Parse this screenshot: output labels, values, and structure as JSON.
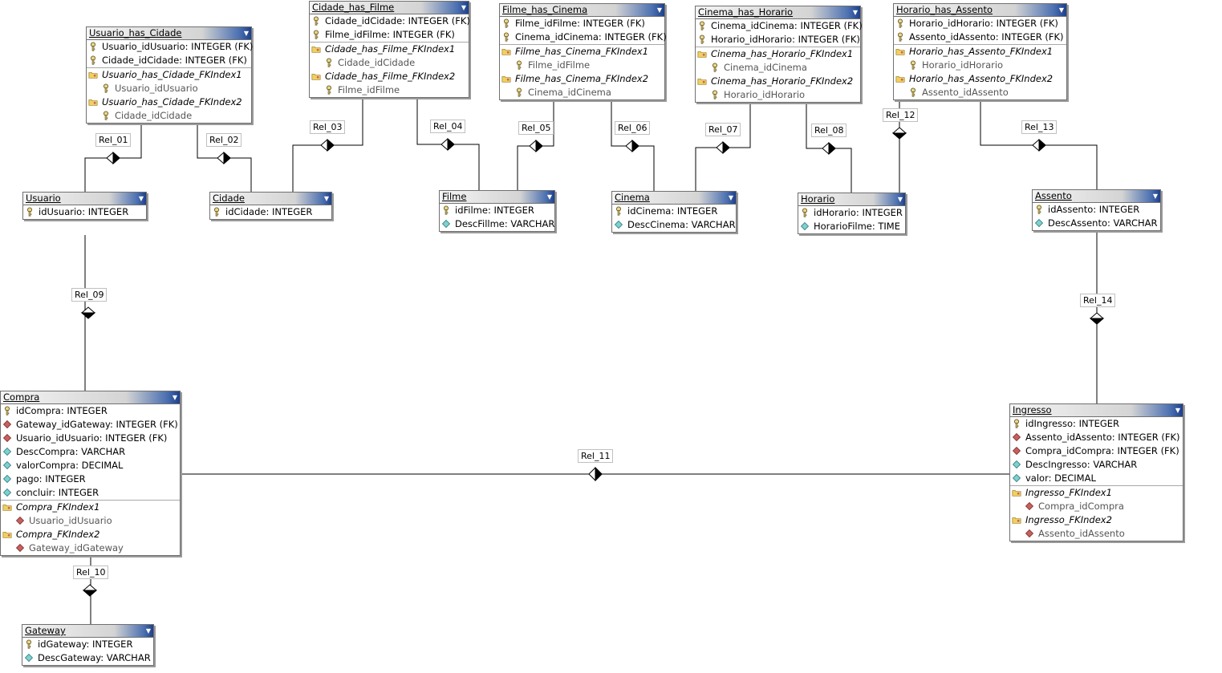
{
  "tables": {
    "usuario_has_cidade": {
      "title": "Usuario_has_Cidade",
      "rows": [
        {
          "kind": "pk",
          "text": "Usuario_idUsuario: INTEGER (FK)"
        },
        {
          "kind": "pk",
          "text": "Cidade_idCidade: INTEGER (FK)"
        },
        {
          "kind": "index",
          "text": "Usuario_has_Cidade_FKIndex1",
          "sep": true
        },
        {
          "kind": "idxpk",
          "text": "Usuario_idUsuario"
        },
        {
          "kind": "index",
          "text": "Usuario_has_Cidade_FKIndex2"
        },
        {
          "kind": "idxpk",
          "text": "Cidade_idCidade"
        }
      ]
    },
    "cidade_has_filme": {
      "title": "Cidade_has_Filme",
      "rows": [
        {
          "kind": "pk",
          "text": "Cidade_idCidade: INTEGER (FK)"
        },
        {
          "kind": "pk",
          "text": "Filme_idFilme: INTEGER (FK)"
        },
        {
          "kind": "index",
          "text": "Cidade_has_Filme_FKIndex1",
          "sep": true
        },
        {
          "kind": "idxpk",
          "text": "Cidade_idCidade"
        },
        {
          "kind": "index",
          "text": "Cidade_has_Filme_FKIndex2"
        },
        {
          "kind": "idxpk",
          "text": "Filme_idFilme"
        }
      ]
    },
    "filme_has_cinema": {
      "title": "Filme_has_Cinema",
      "rows": [
        {
          "kind": "pk",
          "text": "Filme_idFilme: INTEGER (FK)"
        },
        {
          "kind": "pk",
          "text": "Cinema_idCinema: INTEGER (FK)"
        },
        {
          "kind": "index",
          "text": "Filme_has_Cinema_FKIndex1",
          "sep": true
        },
        {
          "kind": "idxpk",
          "text": "Filme_idFilme"
        },
        {
          "kind": "index",
          "text": "Filme_has_Cinema_FKIndex2"
        },
        {
          "kind": "idxpk",
          "text": "Cinema_idCinema"
        }
      ]
    },
    "cinema_has_horario": {
      "title": "Cinema_has_Horario",
      "rows": [
        {
          "kind": "pk",
          "text": "Cinema_idCinema: INTEGER (FK)"
        },
        {
          "kind": "pk",
          "text": "Horario_idHorario: INTEGER (FK)"
        },
        {
          "kind": "index",
          "text": "Cinema_has_Horario_FKIndex1",
          "sep": true
        },
        {
          "kind": "idxpk",
          "text": "Cinema_idCinema"
        },
        {
          "kind": "index",
          "text": "Cinema_has_Horario_FKIndex2"
        },
        {
          "kind": "idxpk",
          "text": "Horario_idHorario"
        }
      ]
    },
    "horario_has_assento": {
      "title": "Horario_has_Assento",
      "rows": [
        {
          "kind": "pk",
          "text": "Horario_idHorario: INTEGER (FK)"
        },
        {
          "kind": "pk",
          "text": "Assento_idAssento: INTEGER (FK)"
        },
        {
          "kind": "index",
          "text": "Horario_has_Assento_FKIndex1",
          "sep": true
        },
        {
          "kind": "idxpk",
          "text": "Horario_idHorario"
        },
        {
          "kind": "index",
          "text": "Horario_has_Assento_FKIndex2"
        },
        {
          "kind": "idxpk",
          "text": "Assento_idAssento"
        }
      ]
    },
    "usuario": {
      "title": "Usuario",
      "rows": [
        {
          "kind": "pk",
          "text": "idUsuario: INTEGER"
        }
      ]
    },
    "cidade": {
      "title": "Cidade",
      "rows": [
        {
          "kind": "pk",
          "text": "idCidade: INTEGER"
        }
      ]
    },
    "filme": {
      "title": "Filme",
      "rows": [
        {
          "kind": "pk",
          "text": "idFilme: INTEGER"
        },
        {
          "kind": "attr",
          "text": "DescFillme: VARCHAR"
        }
      ]
    },
    "cinema": {
      "title": "Cinema",
      "rows": [
        {
          "kind": "pk",
          "text": "idCinema: INTEGER"
        },
        {
          "kind": "attr",
          "text": "DescCinema: VARCHAR"
        }
      ]
    },
    "horario": {
      "title": "Horario",
      "rows": [
        {
          "kind": "pk",
          "text": "idHorario: INTEGER"
        },
        {
          "kind": "attr",
          "text": "HorarioFilme: TIME"
        }
      ]
    },
    "assento": {
      "title": "Assento",
      "rows": [
        {
          "kind": "pk",
          "text": "idAssento: INTEGER"
        },
        {
          "kind": "attr",
          "text": "DescAssento: VARCHAR"
        }
      ]
    },
    "compra": {
      "title": "Compra",
      "rows": [
        {
          "kind": "pk",
          "text": "idCompra: INTEGER"
        },
        {
          "kind": "fk",
          "text": "Gateway_idGateway: INTEGER (FK)"
        },
        {
          "kind": "fk",
          "text": "Usuario_idUsuario: INTEGER (FK)"
        },
        {
          "kind": "attr",
          "text": "DescCompra: VARCHAR"
        },
        {
          "kind": "attr",
          "text": "valorCompra: DECIMAL"
        },
        {
          "kind": "attr",
          "text": "pago: INTEGER"
        },
        {
          "kind": "attr",
          "text": "concluir: INTEGER"
        },
        {
          "kind": "index",
          "text": "Compra_FKIndex1",
          "sep": true
        },
        {
          "kind": "idxfk",
          "text": "Usuario_idUsuario"
        },
        {
          "kind": "index",
          "text": "Compra_FKIndex2"
        },
        {
          "kind": "idxfk",
          "text": "Gateway_idGateway"
        }
      ]
    },
    "ingresso": {
      "title": "Ingresso",
      "rows": [
        {
          "kind": "pk",
          "text": "idIngresso: INTEGER"
        },
        {
          "kind": "fk",
          "text": "Assento_idAssento: INTEGER (FK)"
        },
        {
          "kind": "fk",
          "text": "Compra_idCompra: INTEGER (FK)"
        },
        {
          "kind": "attr",
          "text": "DescIngresso: VARCHAR"
        },
        {
          "kind": "attr",
          "text": "valor: DECIMAL"
        },
        {
          "kind": "index",
          "text": "Ingresso_FKIndex1",
          "sep": true
        },
        {
          "kind": "idxfk",
          "text": "Compra_idCompra"
        },
        {
          "kind": "index",
          "text": "Ingresso_FKIndex2"
        },
        {
          "kind": "idxfk",
          "text": "Assento_idAssento"
        }
      ]
    },
    "gateway": {
      "title": "Gateway",
      "rows": [
        {
          "kind": "pk",
          "text": "idGateway: INTEGER"
        },
        {
          "kind": "attr",
          "text": "DescGateway: VARCHAR"
        }
      ]
    }
  },
  "relations": {
    "rel_01": "Rel_01",
    "rel_02": "Rel_02",
    "rel_03": "Rel_03",
    "rel_04": "Rel_04",
    "rel_05": "Rel_05",
    "rel_06": "Rel_06",
    "rel_07": "Rel_07",
    "rel_08": "Rel_08",
    "rel_09": "Rel_09",
    "rel_10": "Rel_10",
    "rel_11": "Rel_11",
    "rel_12": "Rel_12",
    "rel_13": "Rel_13",
    "rel_14": "Rel_14"
  },
  "colors": {
    "header_start": "#f4f4f4",
    "header_end": "#1d3f8a",
    "fk_icon": "#b05050",
    "attr_icon": "#3a9e9e",
    "index_icon": "#d8b030",
    "line": "#000000"
  },
  "icons": {
    "pk": "key-icon",
    "fk": "red-diamond-icon",
    "attr": "teal-diamond-icon",
    "index": "folder-key-icon"
  }
}
